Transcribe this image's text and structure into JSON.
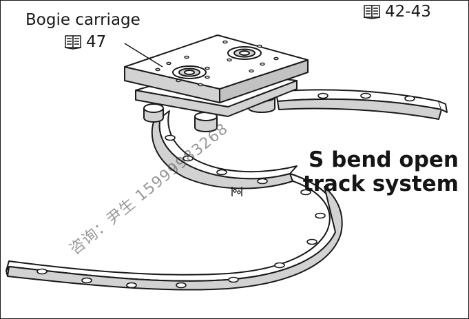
{
  "labels": {
    "bogie_carriage": "Bogie carriage",
    "ref_carriage": "47",
    "ref_top": "42-43"
  },
  "title": {
    "line1": "S bend open",
    "line2": "track system"
  },
  "watermark": "咨询：尹生 15999983268",
  "colors": {
    "outline": "#1a1a1a",
    "metal_fill": "#ffffff",
    "shade": "#d2d2d2"
  }
}
